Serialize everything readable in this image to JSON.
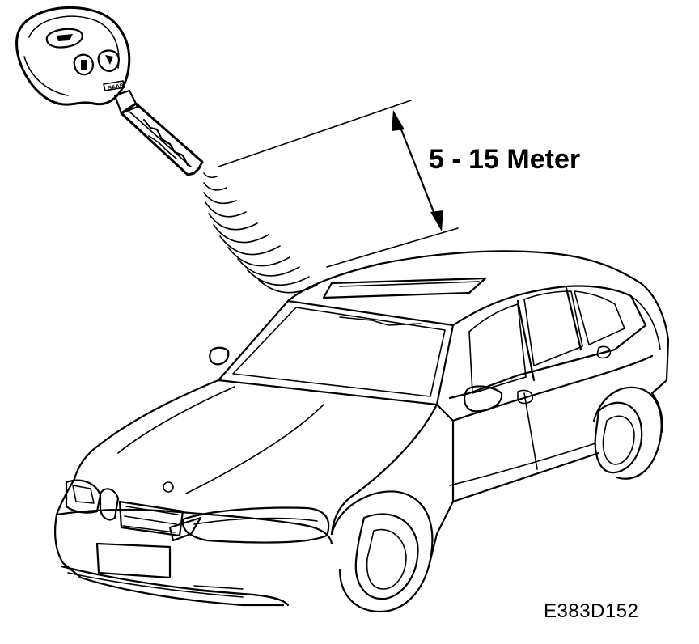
{
  "diagram": {
    "distance_label": "5 - 15 Meter",
    "figure_code": "E383D152",
    "key_badge_text": "SAAB"
  },
  "icons": {
    "remote_key": "remote-key-fob-icon",
    "signal_waves": "radio-signal-icon",
    "range_arrow": "double-headed-arrow-icon",
    "vehicle": "sedan-car-icon"
  }
}
